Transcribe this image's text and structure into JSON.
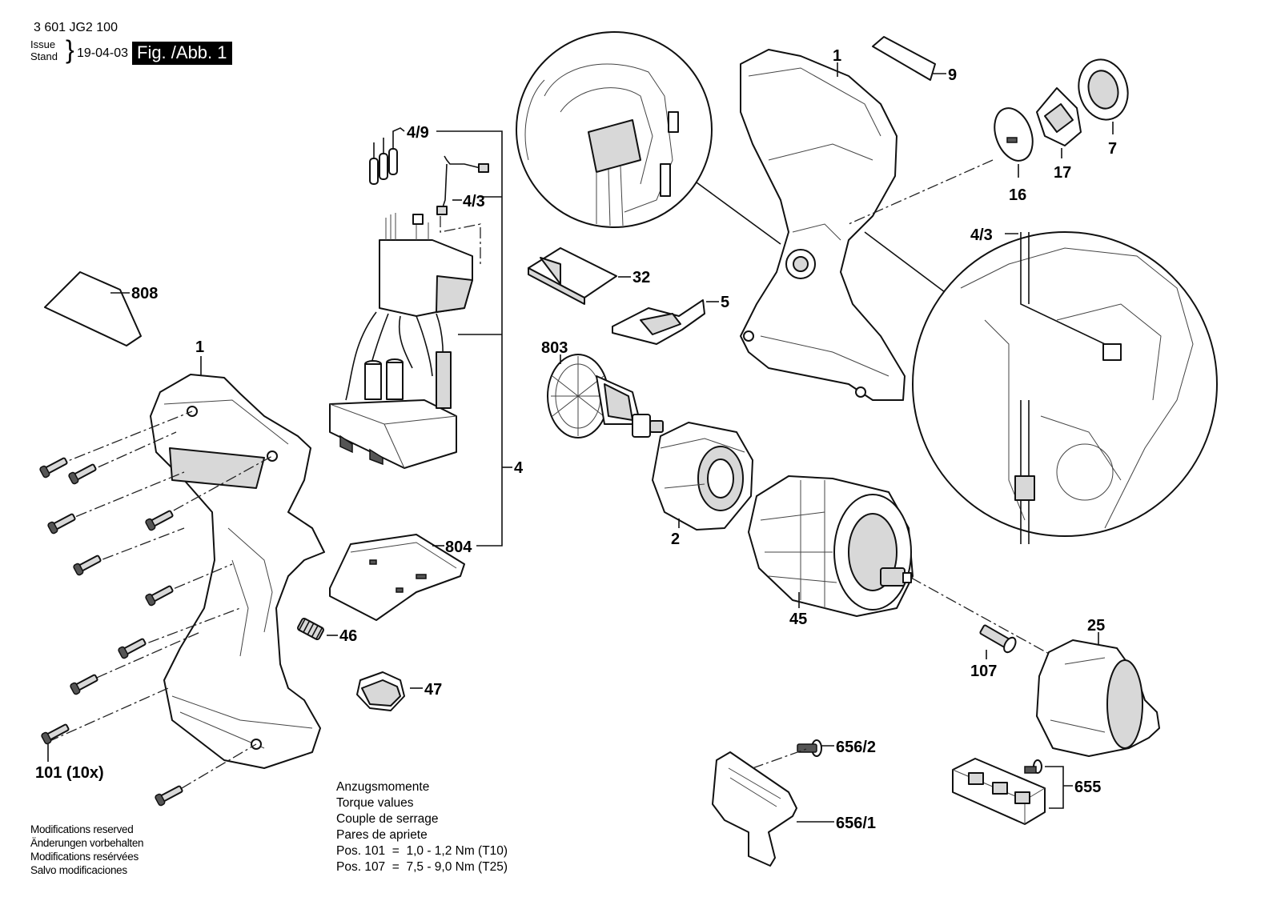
{
  "header": {
    "doc_number": "3 601 JG2 100",
    "issue_label": "Issue",
    "stand_label": "Stand",
    "date": "19-04-03",
    "figure": "Fig. /Abb. 1"
  },
  "notes": {
    "modifications": [
      "Modifications reserved",
      "Änderungen vorbehalten",
      "Modifications resérvées",
      "Salvo modificaciones"
    ]
  },
  "torque": {
    "titles": [
      "Anzugsmomente",
      "Torque values",
      "Couple de serrage",
      "Pares de apriete"
    ],
    "values": [
      "Pos. 101  =  1,0 - 1,2 Nm (T10)",
      "Pos. 107  =  7,5 - 9,0 Nm (T25)"
    ]
  },
  "parts": {
    "housing_left": "1",
    "housing_right": "1",
    "label_9": "9",
    "part_7": "7",
    "part_16": "16",
    "part_17": "17",
    "batteries": "4/9",
    "cable": "4/3",
    "detail_cable": "4/3",
    "electronics": "4",
    "part_32": "32",
    "part_5": "5",
    "part_803": "803",
    "part_2": "2",
    "gearbox": "45",
    "part_804": "804",
    "spring": "46",
    "part_47": "47",
    "label_808": "808",
    "screws": "101 (10x)",
    "screw_107": "107",
    "chuck": "25",
    "belt_screw": "656/2",
    "belt_clip": "656/1",
    "bit_holder": "655"
  }
}
